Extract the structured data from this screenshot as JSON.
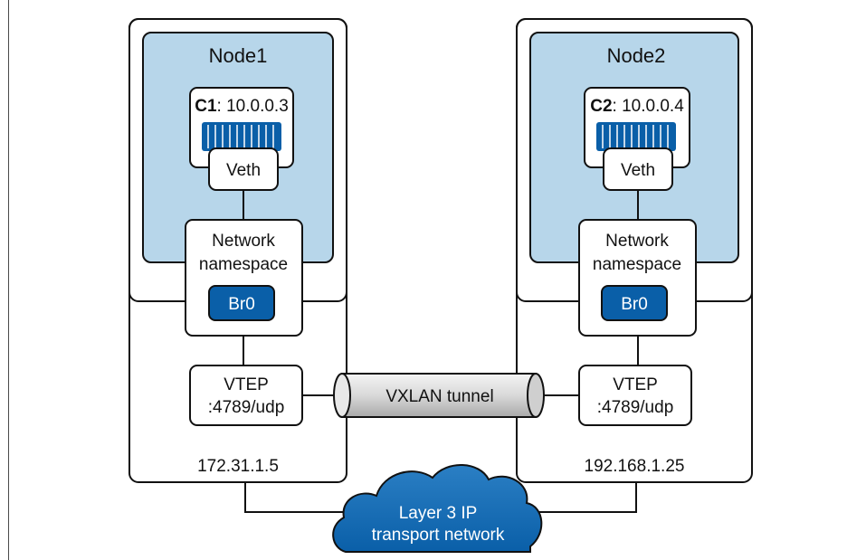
{
  "colors": {
    "node_fill": "#b7d6ea",
    "accent_blue": "#0a5fa8",
    "outline": "#111111",
    "tunnel_fill": "#dcdcdc"
  },
  "nodes": [
    {
      "title": "Node1",
      "container_prefix": "C1",
      "container_ip": ": 10.0.0.3",
      "veth": "Veth",
      "netns_line1": "Network",
      "netns_line2": "namespace",
      "bridge": "Br0",
      "vtep_line1": "VTEP",
      "vtep_line2": ":4789/udp",
      "host_ip": "172.31.1.5"
    },
    {
      "title": "Node2",
      "container_prefix": "C2",
      "container_ip": ": 10.0.0.4",
      "veth": "Veth",
      "netns_line1": "Network",
      "netns_line2": "namespace",
      "bridge": "Br0",
      "vtep_line1": "VTEP",
      "vtep_line2": ":4789/udp",
      "host_ip": "192.168.1.25"
    }
  ],
  "tunnel": {
    "label": "VXLAN tunnel"
  },
  "cloud": {
    "line1": "Layer 3 IP",
    "line2": "transport network"
  }
}
